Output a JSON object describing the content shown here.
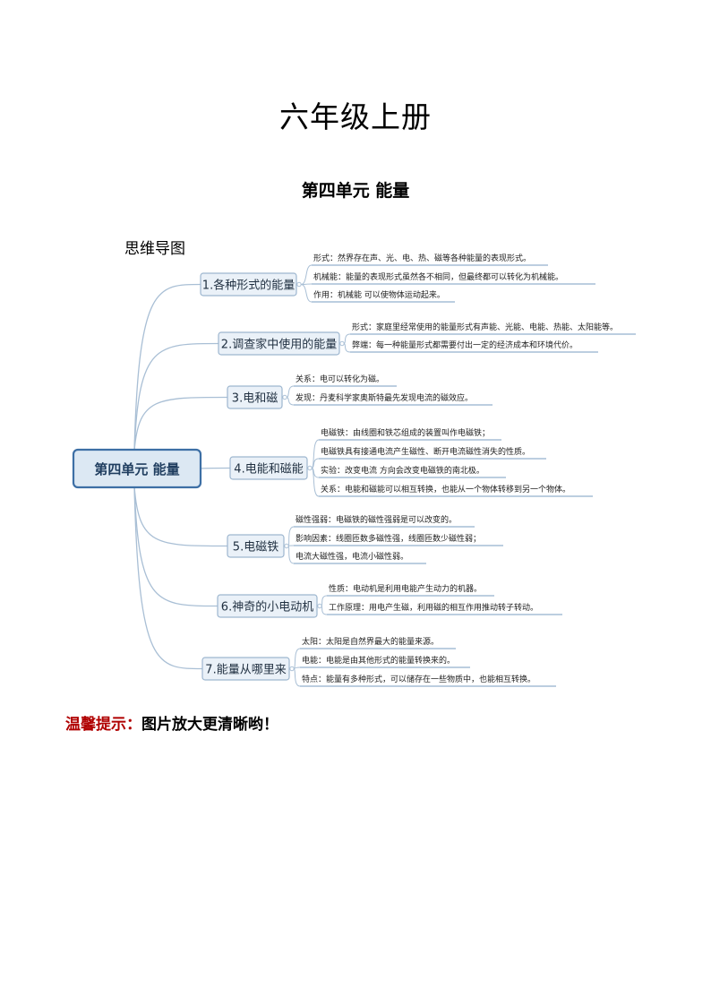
{
  "document": {
    "title": "六年级上册",
    "subtitle": "第四单元  能量",
    "map_label": "思维导图",
    "tip_label": "温馨提示：",
    "tip_text": "图片放大更清晰哟！"
  },
  "mindmap": {
    "root": "第四单元 能量",
    "branches": [
      {
        "label": "1.各种形式的能量",
        "leaves": [
          "形式：然界存在声、光、电、热、磁等各种能量的表现形式。",
          "机械能：能量的表现形式虽然各不相同，但最终都可以转化为机械能。",
          "作用：机械能 可以使物体运动起来。"
        ]
      },
      {
        "label": "2.调查家中使用的能量",
        "leaves": [
          "形式：家庭里经常使用的能量形式有声能、光能、电能、热能、太阳能等。",
          "弊端：每一种能量形式都需要付出一定的经济成本和环境代价。"
        ]
      },
      {
        "label": "3.电和磁",
        "leaves": [
          "关系：电可以转化为磁。",
          "发现：丹麦科学家奥斯特最先发现电流的磁效应。"
        ]
      },
      {
        "label": "4.电能和磁能",
        "leaves": [
          "电磁铁：由线圈和铁芯组成的装置叫作电磁铁；",
          "电磁铁具有接通电流产生磁性、断开电流磁性消失的性质。",
          "实验：改变电流 方向会改变电磁铁的南北极。",
          "关系：电能和磁能可以相互转换，也能从一个物体转移到另一个物体。"
        ]
      },
      {
        "label": "5.电磁铁",
        "leaves": [
          "磁性强弱：电磁铁的磁性强弱是可以改变的。",
          "影响因素：线圈匝数多磁性强，线圈匝数少磁性弱；",
          "电流大磁性强，电流小磁性弱。"
        ]
      },
      {
        "label": "6.神奇的小电动机",
        "leaves": [
          "性质：电动机是利用电能产生动力的机器。",
          "工作原理：用电产生磁，利用磁的相互作用推动转子转动。"
        ]
      },
      {
        "label": "7.能量从哪里来",
        "leaves": [
          "太阳：太阳是自然界最大的能量来源。",
          "电能：电能是由其他形式的能量转换来的。",
          "特点：能量有多种形式，可以储存在一些物质中，也能相互转换。"
        ]
      }
    ]
  },
  "colors": {
    "root_fill": "#dce8f3",
    "root_border": "#3d6fa5",
    "branch_fill": "#eaf1f8",
    "branch_border": "#9db6cf",
    "connector": "#a9bfd5",
    "leaf_underline": "#7a9cc0",
    "tip_red": "#b00000"
  }
}
